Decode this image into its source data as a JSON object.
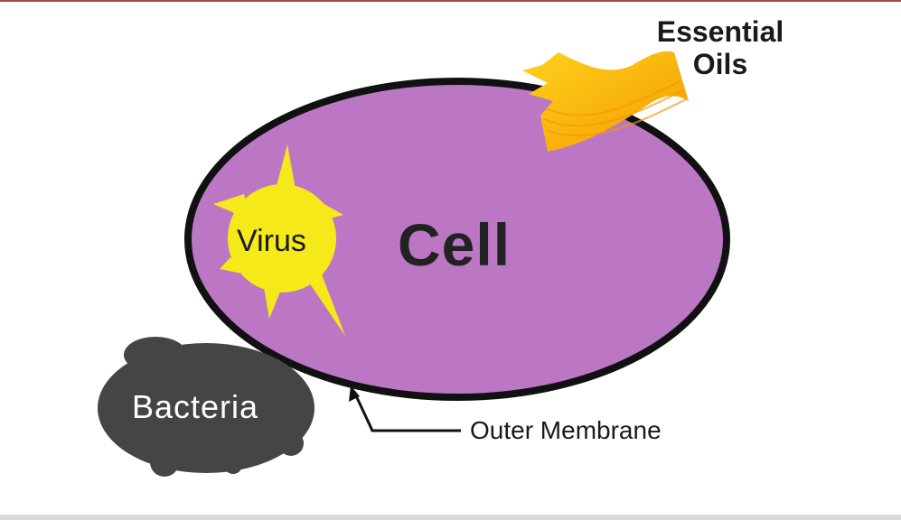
{
  "labels": {
    "cell": "Cell",
    "virus": "Virus",
    "bacteria": "Bacteria",
    "outer_membrane": "Outer Membrane",
    "essential_oils_line1": "Essential",
    "essential_oils_line2": "Oils"
  },
  "colors": {
    "cell_fill": "#bb77c4",
    "membrane": "#111111",
    "virus": "#f5e91a",
    "bacteria": "#454545",
    "oil_light": "#ffd21e",
    "oil_dark": "#f39a00"
  }
}
